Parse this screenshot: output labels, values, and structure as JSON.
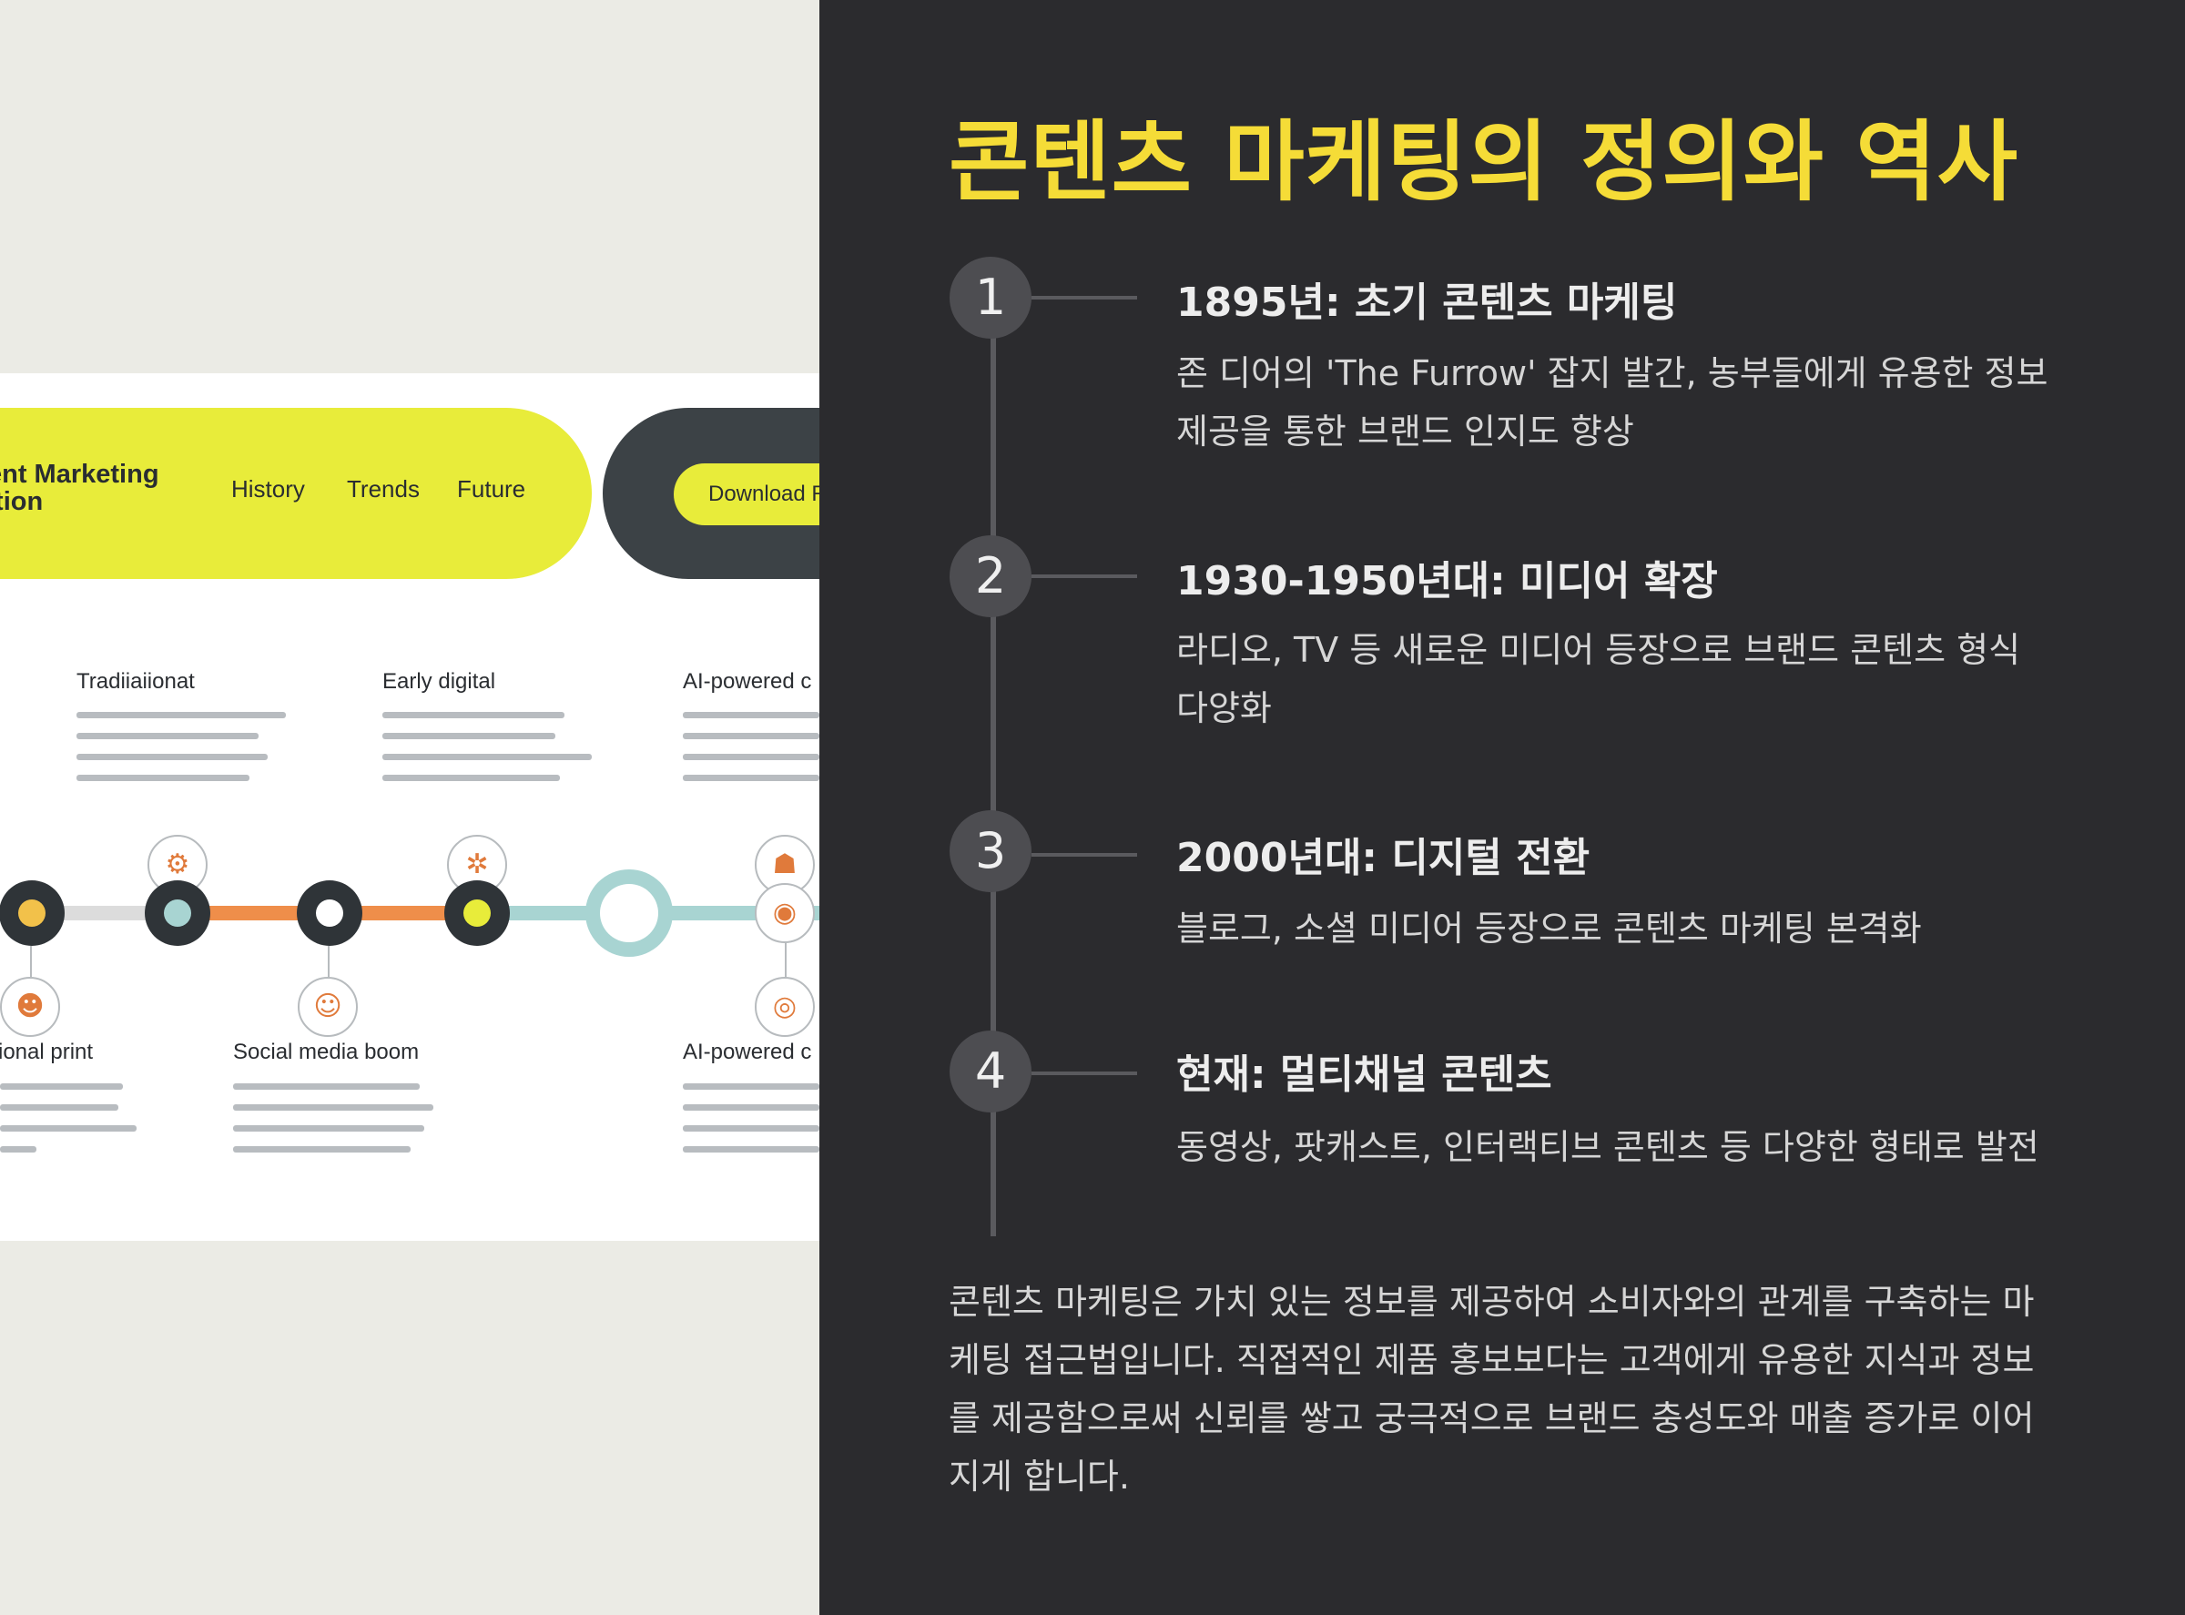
{
  "left_screenshot": {
    "brand_line1": "ent Marketing",
    "brand_line2": "ition",
    "nav": [
      "History",
      "Trends",
      "Future"
    ],
    "download_label": "Download R",
    "top_events": [
      "Tradiiaiionat",
      "Early digital",
      "AI-powered c"
    ],
    "bottom_events": [
      "ional print",
      "Social media boom",
      "AI-powered c"
    ],
    "colors": {
      "accent_yellow": "#e8ec3a",
      "dark": "#3c4246",
      "orange": "#ef8e4a",
      "teal": "#a8d4d2"
    }
  },
  "article": {
    "title": "콘텐츠 마케팅의 정의와 역사",
    "steps": [
      {
        "num": "1",
        "title": "1895년: 초기 콘텐츠 마케팅",
        "desc": "존 디어의 'The Furrow' 잡지 발간, 농부들에게 유용한 정보 제공을 통한 브랜드 인지도 향상"
      },
      {
        "num": "2",
        "title": "1930-1950년대: 미디어 확장",
        "desc": "라디오, TV 등 새로운 미디어 등장으로 브랜드 콘텐츠 형식 다양화"
      },
      {
        "num": "3",
        "title": "2000년대: 디지털 전환",
        "desc": "블로그, 소셜 미디어 등장으로 콘텐츠 마케팅 본격화"
      },
      {
        "num": "4",
        "title": "현재: 멀티채널 콘텐츠",
        "desc": "동영상, 팟캐스트, 인터랙티브 콘텐츠 등 다양한 형태로 발전"
      }
    ],
    "summary": "콘텐츠 마케팅은 가치 있는 정보를 제공하여 소비자와의 관계를 구축하는 마케팅 접근법입니다. 직접적인 제품 홍보보다는 고객에게 유용한 지식과 정보를 제공함으로써 신뢰를 쌓고 궁극적으로 브랜드 충성도와 매출 증가로 이어지게 합니다.",
    "colors": {
      "background": "#2b2b2e",
      "title": "#f5dc37",
      "circle": "#4d4d51"
    }
  }
}
